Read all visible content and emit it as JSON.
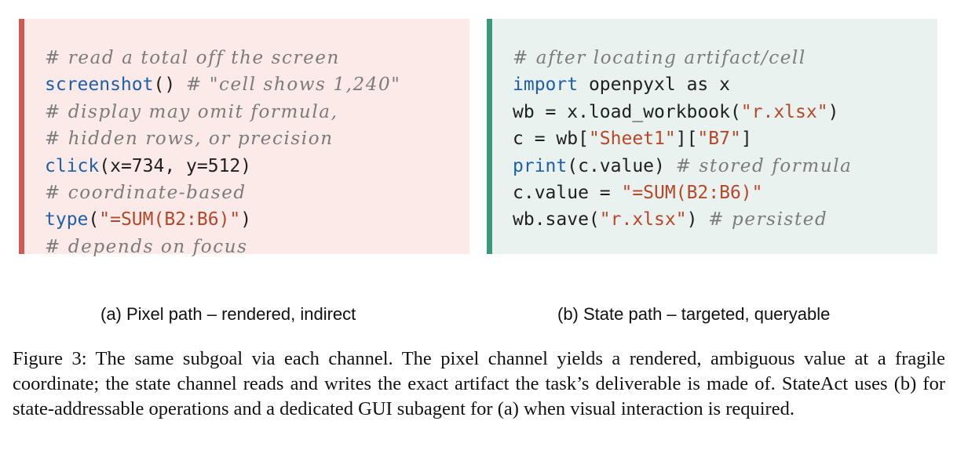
{
  "panel_a": {
    "lines": [
      [
        {
          "t": "# read a total off the screen",
          "c": "cm"
        }
      ],
      [
        {
          "t": "screenshot",
          "c": "kw"
        },
        {
          "t": "() ",
          "c": "pl"
        },
        {
          "t": "# \"cell shows 1,240\"",
          "c": "cm"
        }
      ],
      [
        {
          "t": "# display may omit formula,",
          "c": "cm"
        }
      ],
      [
        {
          "t": "# hidden rows, or precision",
          "c": "cm"
        }
      ],
      [
        {
          "t": "click",
          "c": "kw"
        },
        {
          "t": "(x=734, y=512)",
          "c": "pl"
        }
      ],
      [
        {
          "t": "# coordinate-based",
          "c": "cm"
        }
      ],
      [
        {
          "t": "type",
          "c": "kw"
        },
        {
          "t": "(",
          "c": "pl"
        },
        {
          "t": "\"=SUM(B2:B6)\"",
          "c": "st"
        },
        {
          "t": ")",
          "c": "pl"
        }
      ],
      [
        {
          "t": "# depends on focus",
          "c": "cm"
        }
      ]
    ],
    "caption": "(a) Pixel path – rendered, indirect"
  },
  "panel_b": {
    "lines": [
      [
        {
          "t": "# after locating artifact/cell",
          "c": "cm"
        }
      ],
      [
        {
          "t": "import",
          "c": "kw"
        },
        {
          "t": " openpyxl as x",
          "c": "pl"
        }
      ],
      [
        {
          "t": "wb = x.load_workbook(",
          "c": "pl"
        },
        {
          "t": "\"r.xlsx\"",
          "c": "st"
        },
        {
          "t": ")",
          "c": "pl"
        }
      ],
      [
        {
          "t": "c = wb[",
          "c": "pl"
        },
        {
          "t": "\"Sheet1\"",
          "c": "st"
        },
        {
          "t": "][",
          "c": "pl"
        },
        {
          "t": "\"B7\"",
          "c": "st"
        },
        {
          "t": "]",
          "c": "pl"
        }
      ],
      [
        {
          "t": "print",
          "c": "kw"
        },
        {
          "t": "(c.value) ",
          "c": "pl"
        },
        {
          "t": "# stored formula",
          "c": "cm"
        }
      ],
      [
        {
          "t": "c.value = ",
          "c": "pl"
        },
        {
          "t": "\"=SUM(B2:B6)\"",
          "c": "st"
        }
      ],
      [
        {
          "t": "wb.save(",
          "c": "pl"
        },
        {
          "t": "\"r.xlsx\"",
          "c": "st"
        },
        {
          "t": ") ",
          "c": "pl"
        },
        {
          "t": "# persisted",
          "c": "cm"
        }
      ]
    ],
    "caption": "(b) State path – targeted, queryable"
  },
  "figure_caption": "Figure 3: The same subgoal via each channel. The pixel channel yields a rendered, ambiguous value at a fragile coordinate; the state channel reads and writes the exact artifact the task’s deliverable is made of. StateAct uses (b) for state-addressable operations and a dedicated GUI subagent for (a) when visual interaction is required.",
  "colors": {
    "panel_a_bg": "#fbeae7",
    "panel_a_bar": "#d25a54",
    "panel_b_bg": "#e9f2ee",
    "panel_b_bar": "#3a9a78",
    "keyword": "#1f5ea8",
    "string": "#b7472a",
    "comment": "#7b7b7b"
  }
}
